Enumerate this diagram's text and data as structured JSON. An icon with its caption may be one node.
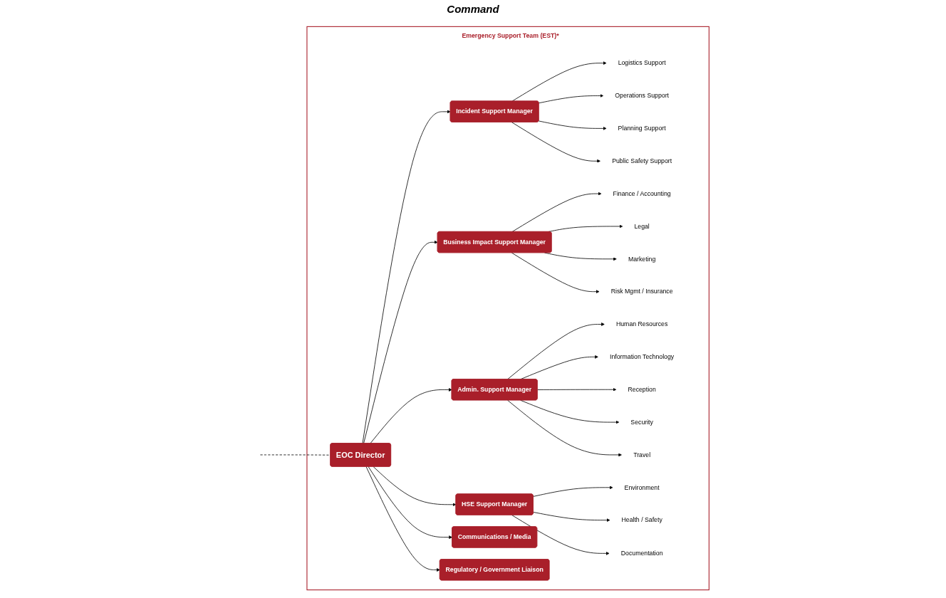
{
  "diagram": {
    "nodes": [
      {
        "text": [
          "Emergency Support Team (EST)*"
        ]
      },
      {
        "text": [
          "EOC Director"
        ],
        "in": 0
      },
      {
        "text": [
          "Communications / Media"
        ],
        "in": 0
      },
      {
        "text": [
          "Regulatory / Government Liaison"
        ],
        "in": 0
      },
      {
        "text": [
          "Incident Support Manager"
        ],
        "in": 0
      },
      {
        "text": [
          "Business Impact Support Manager"
        ],
        "in": 0
      },
      {
        "text": [
          "Admin. Support Manager"
        ],
        "in": 0
      },
      {
        "text": [
          "HSE Support Manager"
        ],
        "in": 0
      },
      {
        "text": [
          "Logistics Support"
        ],
        "in": 0
      },
      {
        "text": [
          "Operations Support"
        ],
        "in": 0
      },
      {
        "text": [
          "Planning Support"
        ],
        "in": 0
      },
      {
        "text": [
          "Public Safety Support"
        ],
        "in": 0
      },
      {
        "text": [
          "Finance / Accounting"
        ],
        "in": 0
      },
      {
        "text": [
          "Legal"
        ],
        "in": 0
      },
      {
        "text": [
          "Marketing"
        ],
        "in": 0
      },
      {
        "text": [
          "Risk Mgmt / Insurance"
        ],
        "in": 0
      },
      {
        "text": [
          "Human Resources"
        ],
        "in": 0
      },
      {
        "text": [
          "Information Technology"
        ],
        "in": 0
      },
      {
        "text": [
          "Reception"
        ],
        "in": 0
      },
      {
        "text": [
          "Security"
        ],
        "in": 0
      },
      {
        "text": [
          "Travel"
        ],
        "in": 0
      },
      {
        "text": [
          "Environment"
        ],
        "in": 0
      },
      {
        "text": [
          "Health / Safety"
        ],
        "in": 0
      },
      {
        "text": [
          "Documentation"
        ],
        "in": 0
      }
    ],
    "edges": [
      {
        "from": null,
        "to": 1,
        "arrow": "none",
        "style": "dashed"
      },
      {
        "from": 1,
        "to": 2,
        "arrow": "to"
      },
      {
        "from": 1,
        "to": 3,
        "arrow": "to"
      },
      {
        "from": 1,
        "to": 4,
        "arrow": "to"
      },
      {
        "from": 1,
        "to": 5,
        "arrow": "to"
      },
      {
        "from": 1,
        "to": 6,
        "arrow": "to"
      },
      {
        "from": 1,
        "to": 7,
        "arrow": "to"
      },
      {
        "from": 4,
        "to": 8,
        "arrow": "to"
      },
      {
        "from": 4,
        "to": 9,
        "arrow": "to"
      },
      {
        "from": 4,
        "to": 10,
        "arrow": "to"
      },
      {
        "from": 4,
        "to": 11,
        "arrow": "to"
      },
      {
        "from": 5,
        "to": 12,
        "arrow": "to"
      },
      {
        "from": 5,
        "to": 13,
        "arrow": "to"
      },
      {
        "from": 5,
        "to": 14,
        "arrow": "to"
      },
      {
        "from": 5,
        "to": 15,
        "arrow": "to"
      },
      {
        "from": 6,
        "to": 16,
        "arrow": "to"
      },
      {
        "from": 6,
        "to": 17,
        "arrow": "to"
      },
      {
        "from": 6,
        "to": 18,
        "arrow": "to"
      },
      {
        "from": 6,
        "to": 19,
        "arrow": "to"
      },
      {
        "from": 6,
        "to": 20,
        "arrow": "to"
      },
      {
        "from": 7,
        "to": 21,
        "arrow": "to"
      },
      {
        "from": 7,
        "to": 22,
        "arrow": "to"
      },
      {
        "from": 7,
        "to": 23,
        "arrow": "to"
      }
    ],
    "labels": [
      "Command"
    ]
  }
}
